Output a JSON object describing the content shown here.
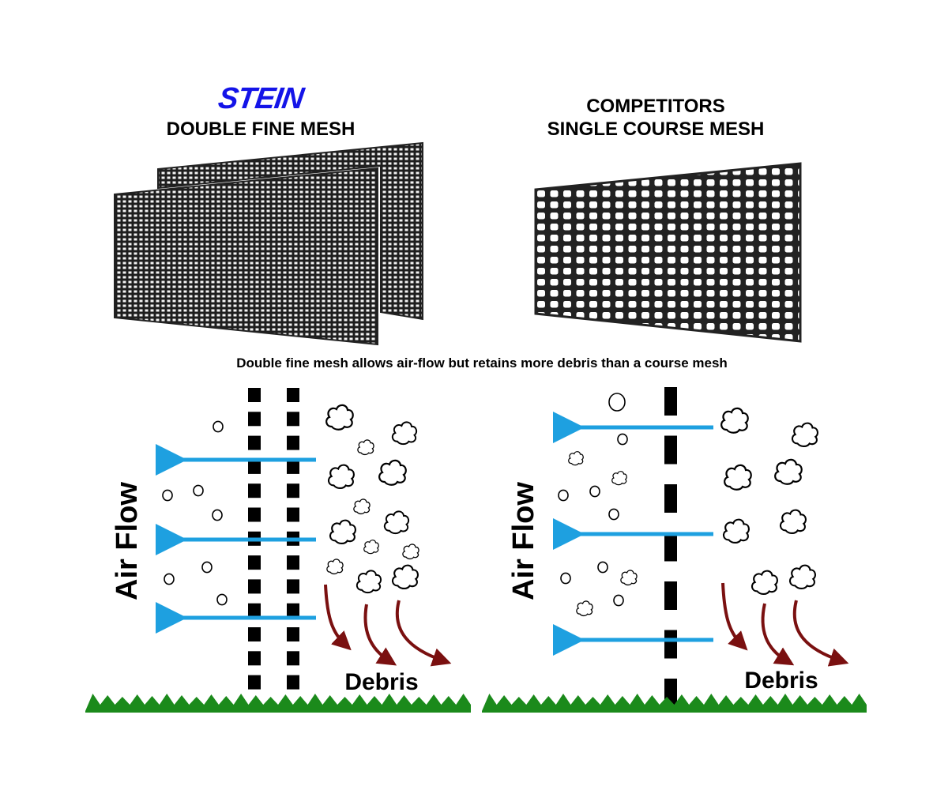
{
  "brand": {
    "name": "STEIN",
    "color": "#1414e8"
  },
  "left_panel": {
    "title": "DOUBLE FINE MESH",
    "axis_label": "Air Flow",
    "debris_label": "Debris"
  },
  "right_panel": {
    "title_line1": "COMPETITORS",
    "title_line2": "SINGLE COURSE MESH",
    "axis_label": "Air Flow",
    "debris_label": "Debris"
  },
  "caption": "Double fine mesh allows air-flow but retains more debris than a course mesh",
  "colors": {
    "airflow_arrow": "#1ea0e0",
    "debris_arrow": "#7a1010",
    "grass": "#1b8a1b",
    "mesh": "#222222",
    "filter_bar": "#000000"
  },
  "icons": [
    "air-flow-arrow",
    "debris-arrow",
    "debris-cloud",
    "particle",
    "grass",
    "mesh-panel"
  ]
}
